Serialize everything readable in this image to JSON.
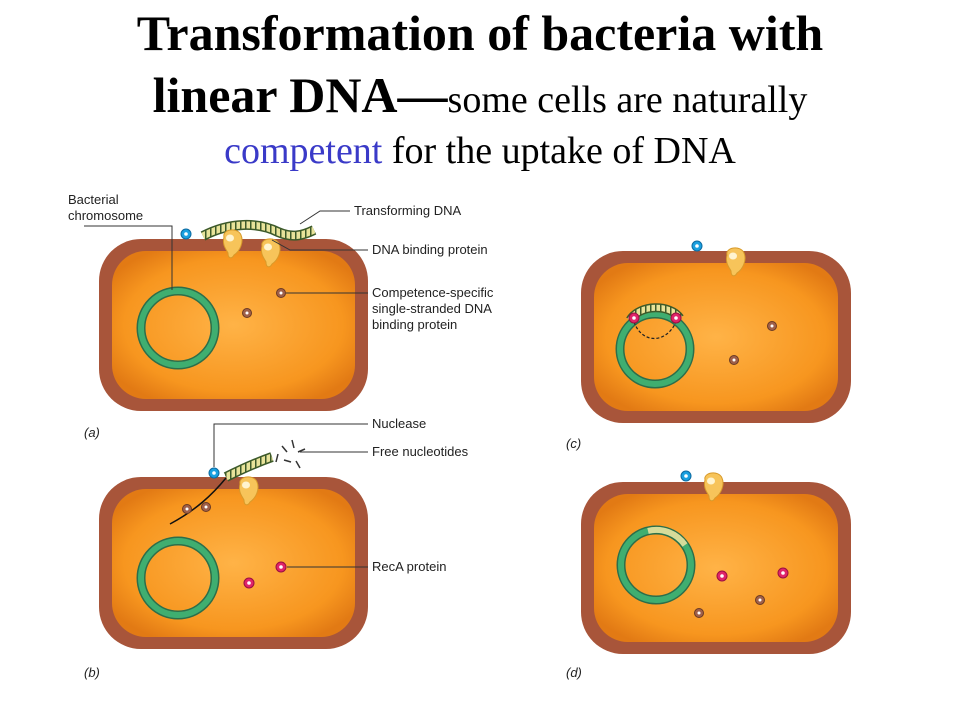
{
  "title": {
    "line1": "Transformation of bacteria with",
    "line2_bold": "linear DNA—",
    "line2_rest": "some cells are naturally",
    "line3_highlight": "competent",
    "line3_rest": " for the uptake of DNA",
    "highlight_color": "#3a3ac8"
  },
  "labels": {
    "bacterial_chromosome_1": "Bacterial",
    "bacterial_chromosome_2": "chromosome",
    "transforming_dna": "Transforming DNA",
    "dna_binding_protein": "DNA binding protein",
    "competence_1": "Competence-specific",
    "competence_2": "single-stranded DNA",
    "competence_3": "binding protein",
    "nuclease": "Nuclease",
    "free_nucleotides": "Free nucleotides",
    "reca_protein": "RecA protein"
  },
  "panels": {
    "a": "(a)",
    "b": "(b)",
    "c": "(c)",
    "d": "(d)"
  },
  "colors": {
    "cell_wall": "#a8553a",
    "cytoplasm": "#f5941e",
    "chromosome": "#3a9a66",
    "nuclease": "#1aa0e0",
    "dna_binding_protein": "#f7c45a",
    "ssb_protein": "#a0604a",
    "reca": "#e0246a"
  }
}
